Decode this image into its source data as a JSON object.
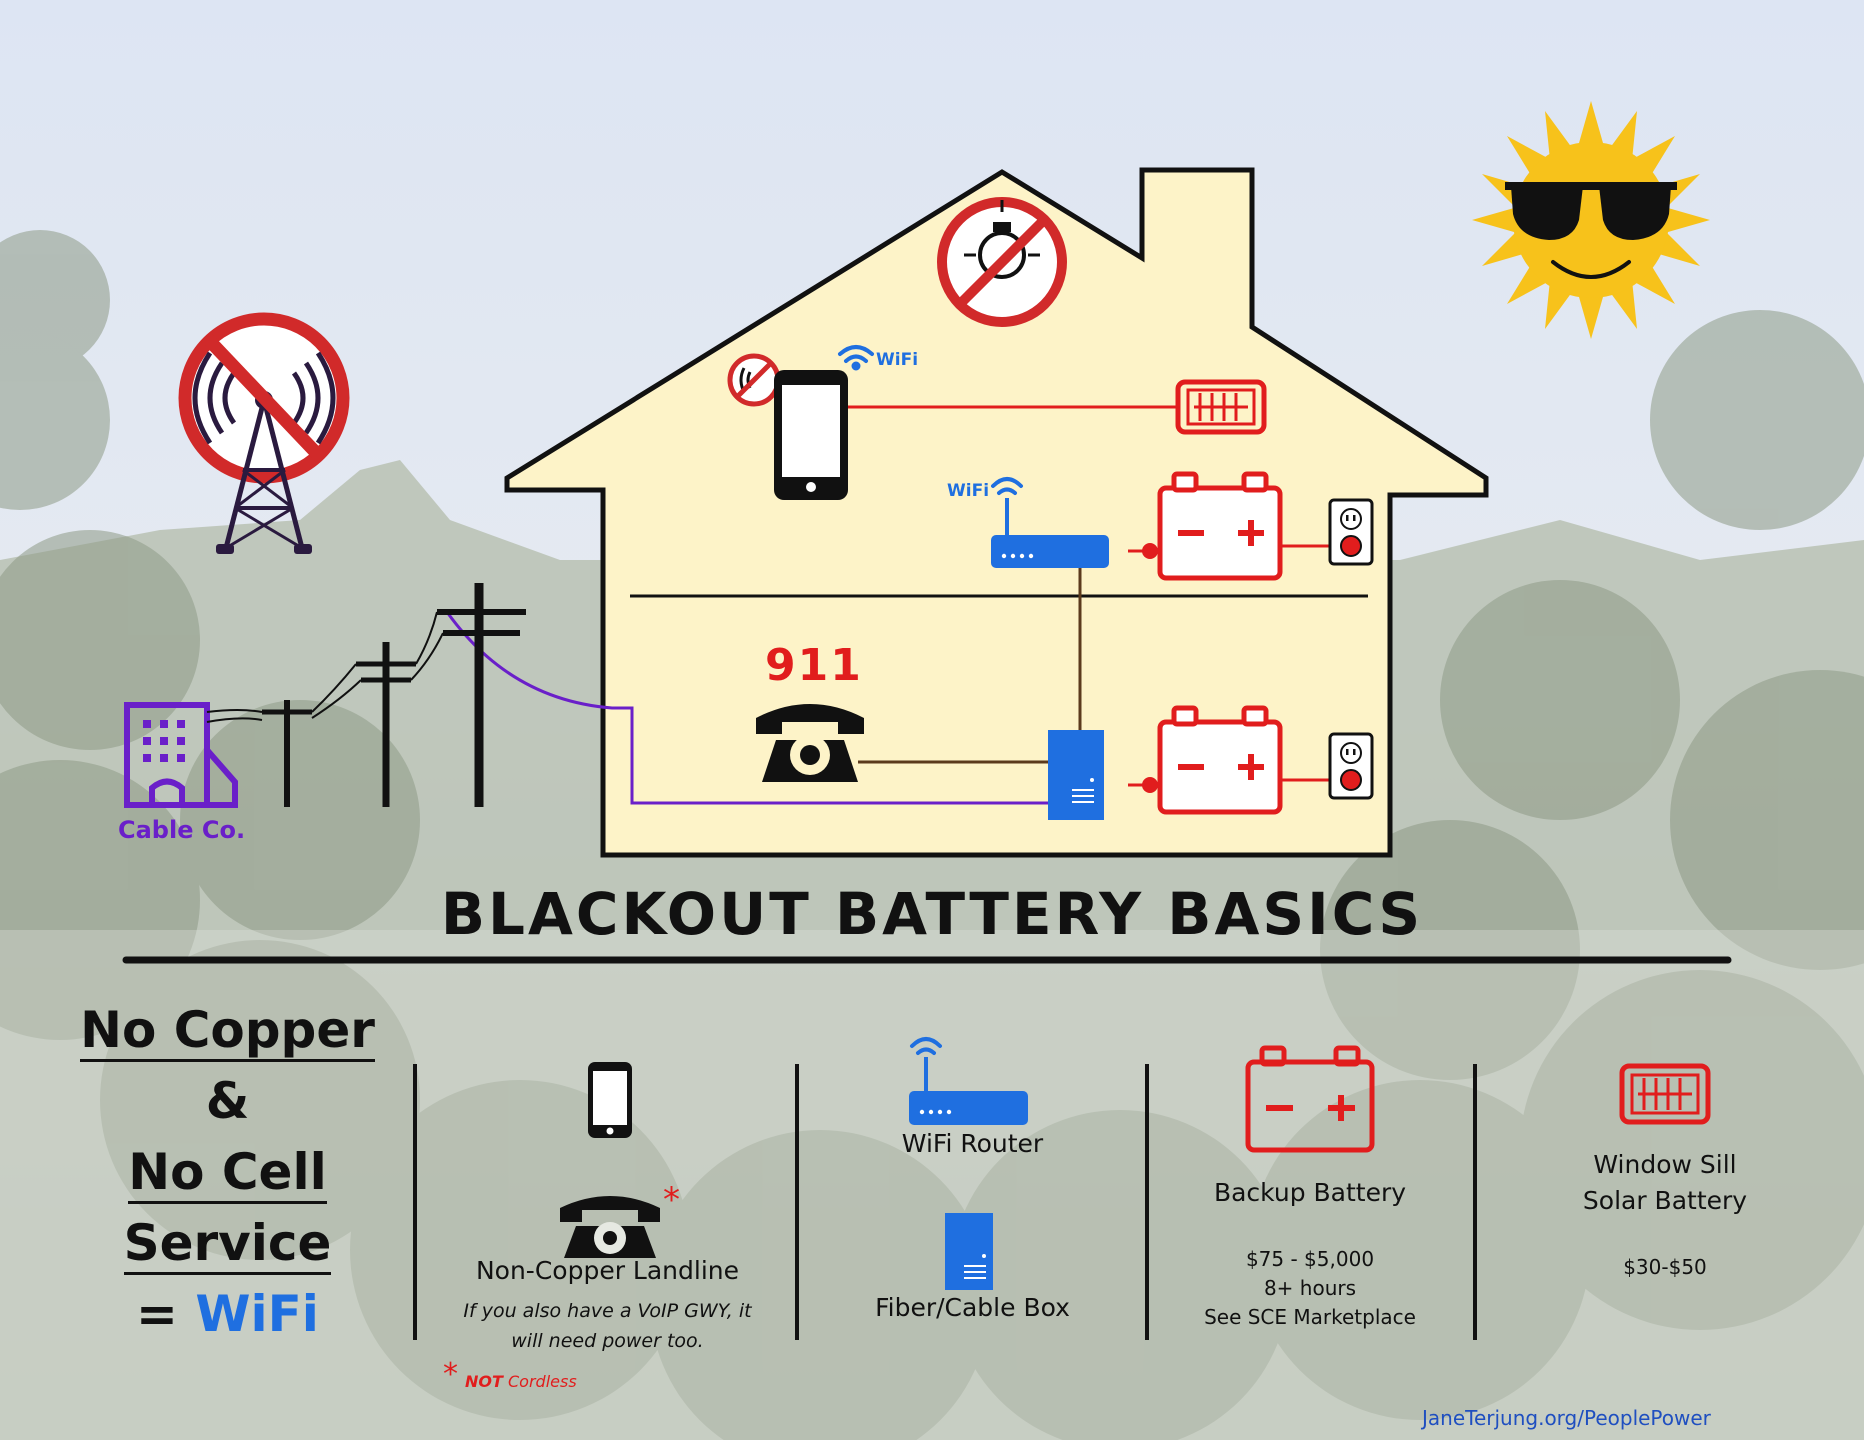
{
  "title": "BLACKOUT BATTERY BASICS",
  "scene": {
    "wifi_label_phone": "WiFi",
    "wifi_label_router": "WiFi",
    "emergency_number": "911",
    "cable_co_label": "Cable Co."
  },
  "legend_left": {
    "line1": "No Copper",
    "line2": "&",
    "line3": "No Cell",
    "line4": "Service",
    "line5_prefix": "= ",
    "line5_wifi": "WiFi"
  },
  "legend": {
    "landline_label": "Non-Copper Landline",
    "landline_note": "If you also have a VoIP GWY, it will need power too.",
    "asterisk": "*",
    "not_label": "NOT",
    "cordless_label": "Cordless",
    "router_label": "WiFi Router",
    "fiber_label": "Fiber/Cable Box",
    "battery_label": "Backup Battery",
    "battery_price": "$75 - $5,000",
    "battery_hours": "8+ hours",
    "battery_source": "See SCE Marketplace",
    "solar_label_line1": "Window Sill",
    "solar_label_line2": "Solar Battery",
    "solar_price": "$30-$50"
  },
  "footer_link": "JaneTerjung.org/PeoplePower",
  "colors": {
    "red": "#e11d1d",
    "blue": "#1f6fe0",
    "purple": "#6a1fc9",
    "house_fill": "#fdf3c8",
    "sun": "#f7c21b"
  }
}
